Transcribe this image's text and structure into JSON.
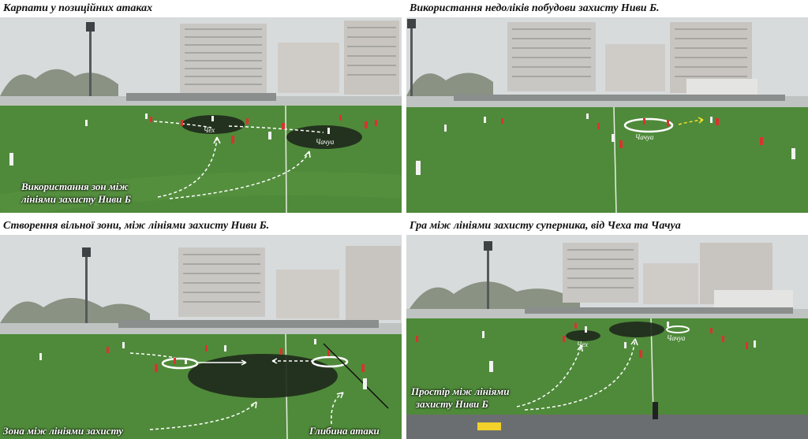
{
  "panels": [
    {
      "title": "Карпати у позиційних атаках",
      "captions": [
        "Використання зон між",
        "лініями захисту Ниви Б"
      ],
      "labels": [
        "Чех",
        "Чачуа"
      ]
    },
    {
      "title": "Використання недоліків побудови захисту Ниви Б.",
      "captions": [],
      "labels": [
        "Чачуа"
      ]
    },
    {
      "title": "Створення вільної зони, між лініями захисту Ниви Б.",
      "captions": [
        "Зона між лініями захисту",
        "Глибина атаки"
      ],
      "labels": []
    },
    {
      "title": "Гра між лініями захисту суперника, від Чеха та Чачуа",
      "captions": [
        "Простір між лініями",
        "захисту Ниви Б"
      ],
      "labels": [
        "Чех",
        "Чачуа"
      ]
    }
  ],
  "colors": {
    "pitch": "#4f8a3a",
    "sky": "#d9dcdd",
    "team_red": "#d8342e",
    "team_white": "#f2f2f2",
    "zone": "#1f2a1c"
  }
}
